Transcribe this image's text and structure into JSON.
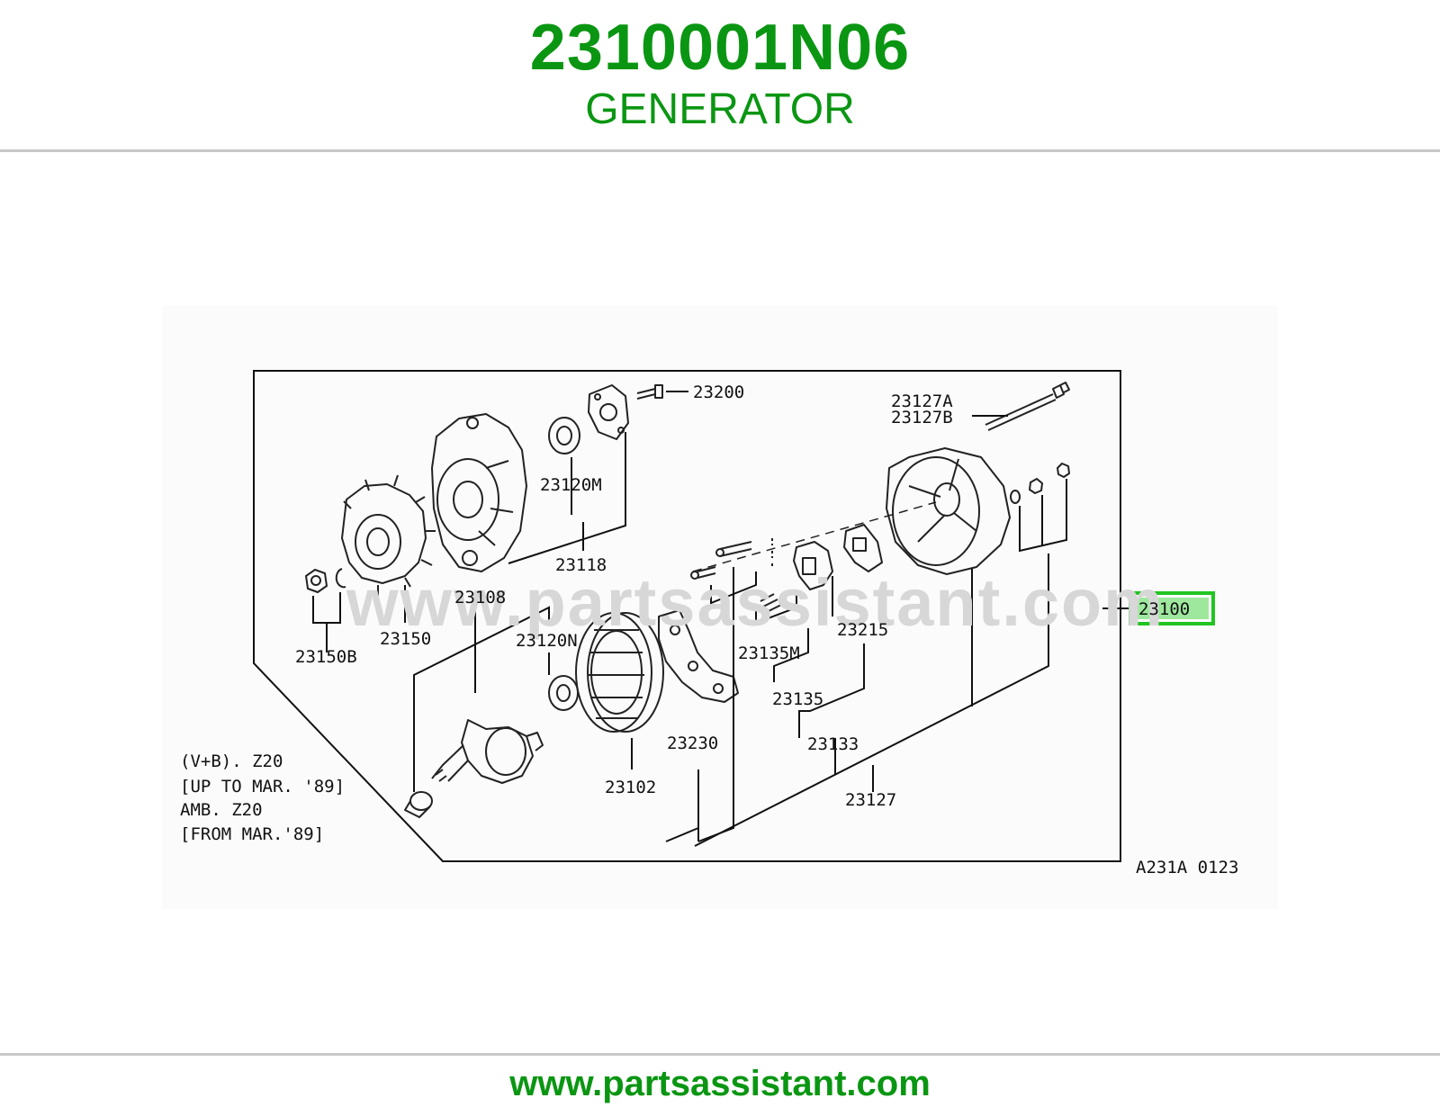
{
  "header": {
    "part_number": "2310001N06",
    "part_name": "GENERATOR"
  },
  "diagram": {
    "watermark": "www.partsassistant.com",
    "callouts": {
      "c23200": "23200",
      "c23127a": "23127A",
      "c23127b": "23127B",
      "c23120m": "23120M",
      "c23118": "23118",
      "c23108": "23108",
      "c23150": "23150",
      "c23150b": "23150B",
      "c23120n": "23120N",
      "c23215": "23215",
      "c23135m": "23135M",
      "c23135": "23135",
      "c23133": "23133",
      "c23230": "23230",
      "c23102": "23102",
      "c23127": "23127",
      "c23100": "23100"
    },
    "notes": [
      "(V+B). Z20",
      "[UP TO MAR. '89]",
      "AMB. Z20",
      "[FROM MAR.'89]"
    ],
    "reference_code": "A231A 0123",
    "highlight_color": "#22c422",
    "highlight_fill": "#9ee89e"
  },
  "footer": {
    "url": "www.partsassistant.com"
  }
}
